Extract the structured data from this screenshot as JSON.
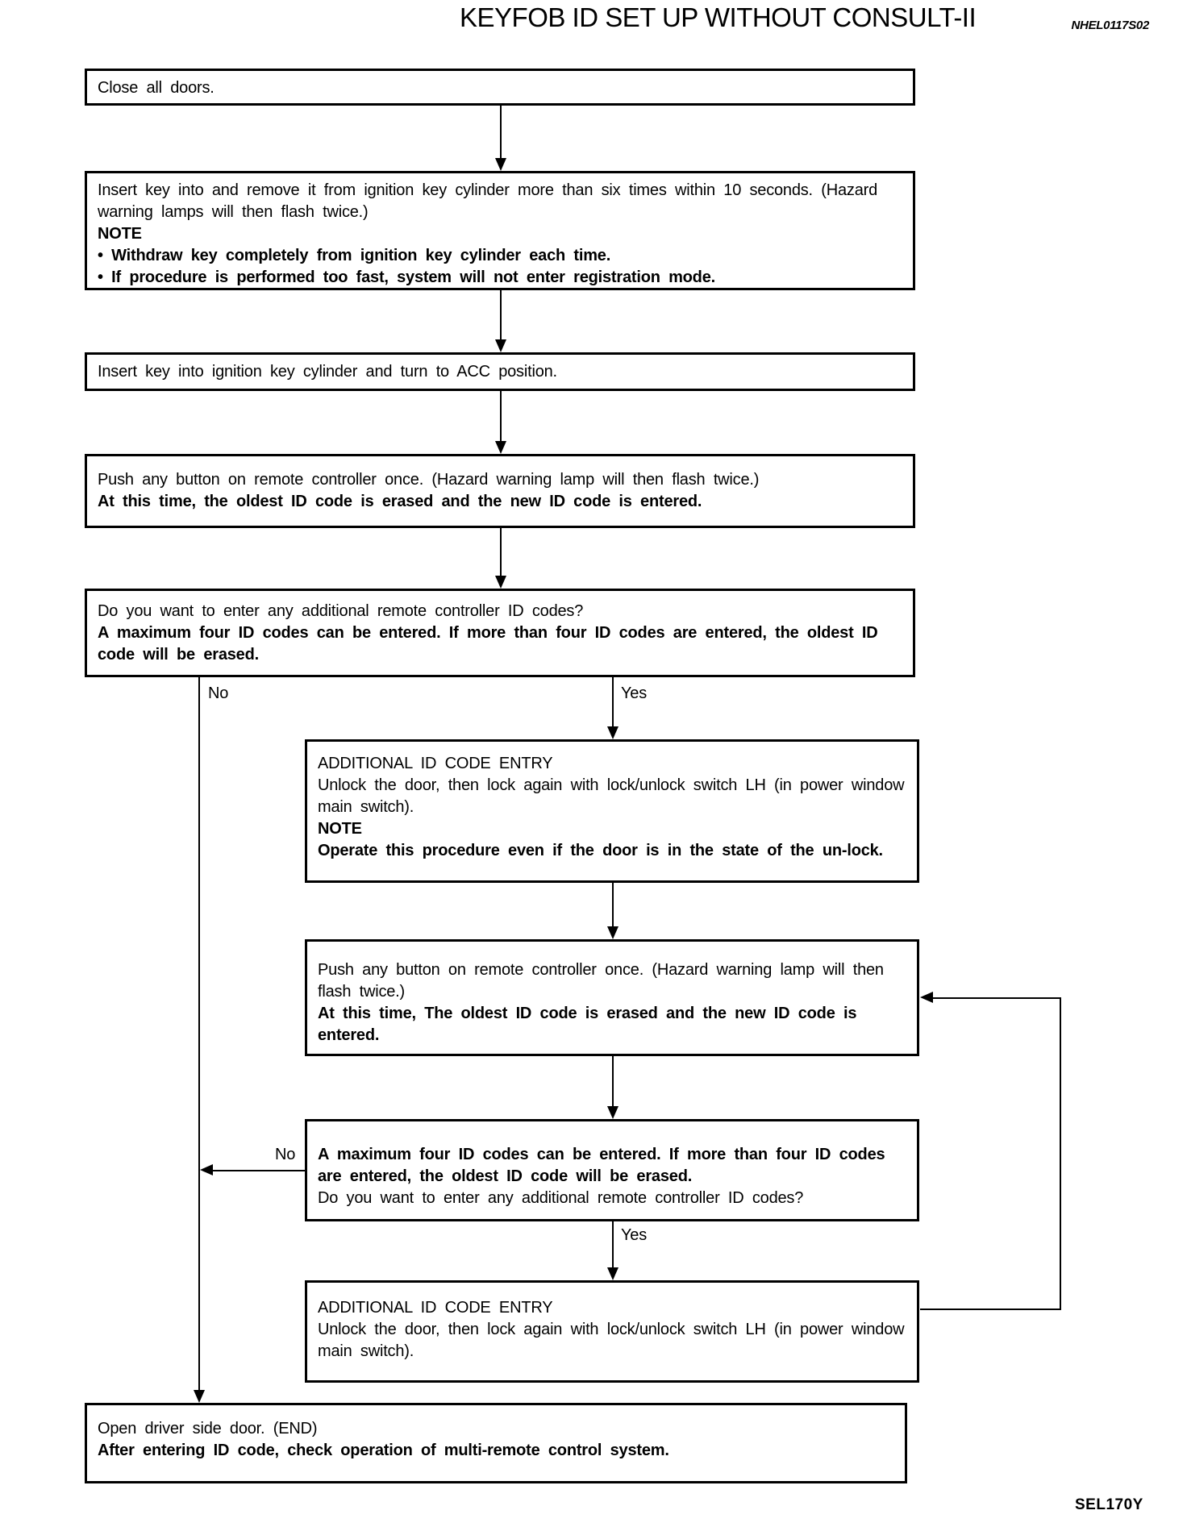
{
  "header": {
    "title": "KEYFOB ID SET UP WITHOUT CONSULT-II",
    "doc_code": "NHEL0117S02"
  },
  "footer": {
    "figure_code": "SEL170Y"
  },
  "colors": {
    "ink": "#000000",
    "background": "#ffffff"
  },
  "branch_labels": {
    "no1": "No",
    "yes1": "Yes",
    "no2": "No",
    "yes2": "Yes"
  },
  "boxes": {
    "close_doors": {
      "lines": [
        {
          "text": "Close all doors.",
          "bold": false
        }
      ]
    },
    "insert_remove_key": {
      "lines": [
        {
          "text": "Insert key into and remove it from ignition key cylinder more than six times within 10 seconds. (Hazard warning lamps will then flash twice.)",
          "bold": false
        },
        {
          "text": "NOTE",
          "bold": true
        },
        {
          "text": "• Withdraw key completely from ignition key cylinder each time.",
          "bold": true
        },
        {
          "text": "• If procedure is performed too fast, system will not enter registration mode.",
          "bold": true
        }
      ]
    },
    "turn_to_acc": {
      "lines": [
        {
          "text": "Insert key into ignition key cylinder and turn to ACC position.",
          "bold": false
        }
      ]
    },
    "push_button_first": {
      "lines": [
        {
          "text": "Push any button on remote controller once. (Hazard warning lamp will then flash twice.)",
          "bold": false
        },
        {
          "text": "At this time, the oldest ID code is erased and the new ID code is entered.",
          "bold": true
        }
      ]
    },
    "additional_question": {
      "lines": [
        {
          "text": "Do you want to enter any additional remote controller ID codes?",
          "bold": false
        },
        {
          "text": "A maximum four ID codes can be entered. If more than four ID codes are entered, the oldest ID code will be erased.",
          "bold": true
        }
      ]
    },
    "additional_entry_note": {
      "lines": [
        {
          "text": "ADDITIONAL ID CODE ENTRY",
          "bold": false
        },
        {
          "text": "Unlock the door, then lock again with lock/unlock switch LH (in power window main switch).",
          "bold": false
        },
        {
          "text": "NOTE",
          "bold": true
        },
        {
          "text": "Operate this procedure even if the door is in the state of the un-lock.",
          "bold": true
        }
      ]
    },
    "push_button_loop": {
      "lines": [
        {
          "text": "Push any button on remote controller once. (Hazard warning lamp will then flash twice.)",
          "bold": false
        },
        {
          "text": "At this time, The oldest ID code is erased and the new ID code is entered.",
          "bold": true
        }
      ]
    },
    "max_codes_question": {
      "lines": [
        {
          "text": "A maximum four ID codes can be entered. If more than four ID codes are entered, the oldest ID code will be erased.",
          "bold": true
        },
        {
          "text": "Do you want to enter any additional remote controller ID codes?",
          "bold": false
        }
      ]
    },
    "additional_entry_2": {
      "lines": [
        {
          "text": "ADDITIONAL ID CODE ENTRY",
          "bold": false
        },
        {
          "text": "Unlock the door, then lock again with lock/unlock switch LH (in power window main switch).",
          "bold": false
        }
      ]
    },
    "open_door_end": {
      "lines": [
        {
          "text": "Open driver side door. (END)",
          "bold": false
        },
        {
          "text": "After entering ID code, check operation of multi-remote control system.",
          "bold": true
        }
      ]
    }
  }
}
